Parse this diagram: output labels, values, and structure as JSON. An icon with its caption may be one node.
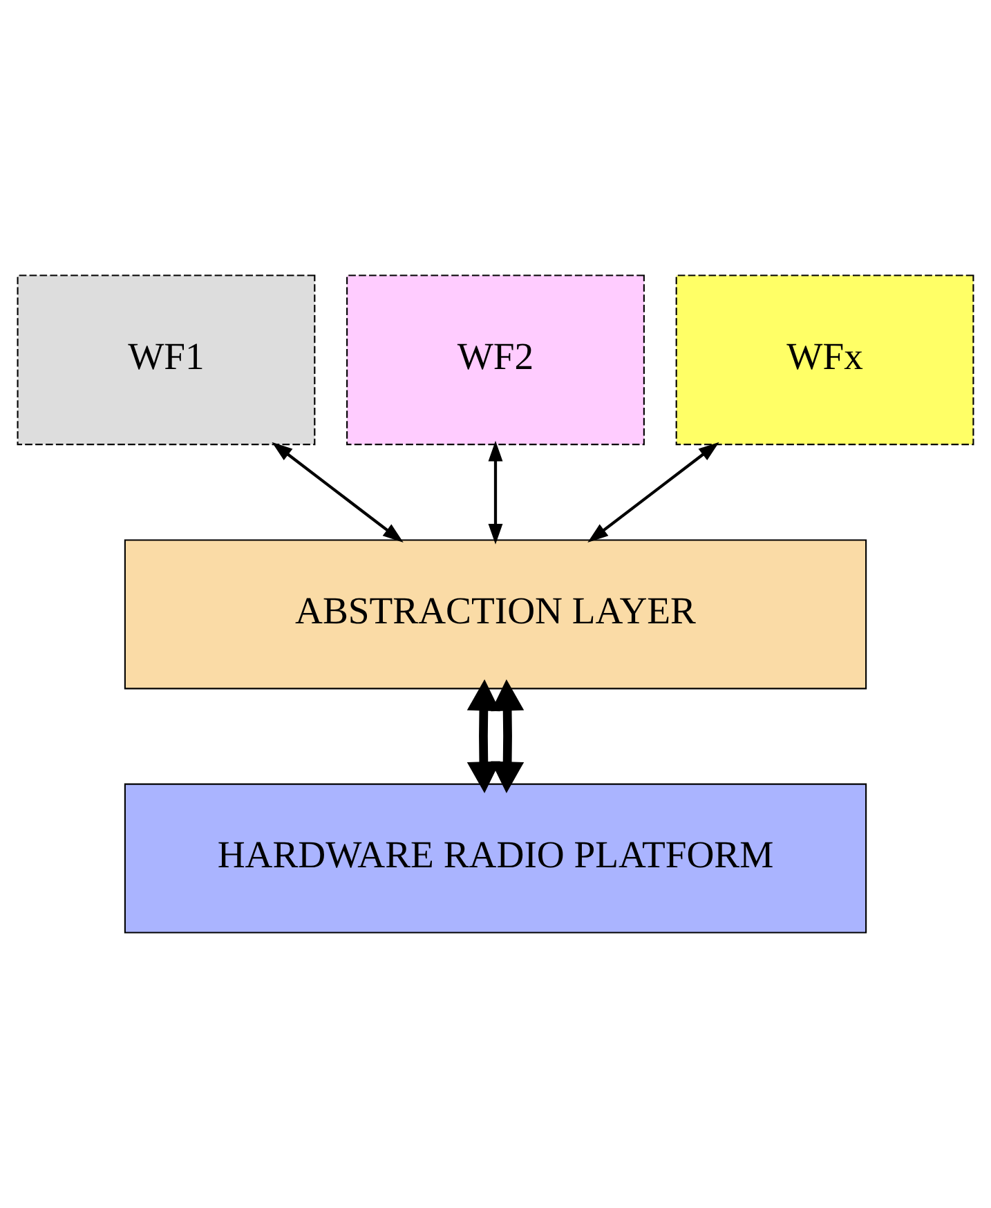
{
  "diagram": {
    "nodes": [
      {
        "text": [
          "WFx"
        ]
      },
      {
        "text": [
          "WF2"
        ]
      },
      {
        "text": [
          "WF1"
        ]
      },
      {
        "text": [
          "ABSTRACTION LAYER"
        ]
      },
      {
        "text": [
          "HARDWARE RADIO PLATFORM"
        ]
      }
    ],
    "edges": [
      {
        "from": 2,
        "to": 3,
        "arrow": "both"
      },
      {
        "from": 1,
        "to": 3,
        "arrow": "both"
      },
      {
        "from": 0,
        "to": 3,
        "arrow": "both"
      },
      {
        "from": 3,
        "to": 4,
        "arrow": "both",
        "style": "thick"
      },
      {
        "from": 3,
        "to": 4,
        "arrow": "both",
        "style": "thick"
      }
    ]
  }
}
